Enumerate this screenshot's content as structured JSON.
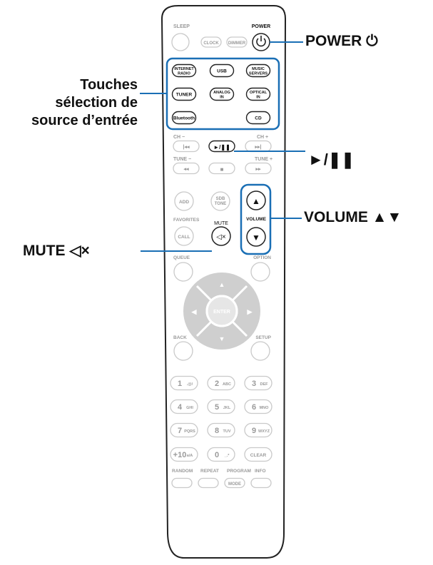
{
  "remote": {
    "labels": {
      "sleep": "SLEEP",
      "power": "POWER",
      "clock": "CLOCK",
      "dimmer": "DIMMER",
      "internet_radio": [
        "INTERNET",
        "RADIO"
      ],
      "usb": "USB",
      "music_servers": [
        "MUSIC",
        "SERVERS"
      ],
      "tuner": "TUNER",
      "analog_in": [
        "ANALOG",
        "IN"
      ],
      "optical_in": [
        "OPTICAL",
        "IN"
      ],
      "bluetooth": "Bluetooth",
      "cd": "CD",
      "ch_minus": "CH −",
      "ch_plus": "CH +",
      "tune_minus": "TUNE −",
      "tune_plus": "TUNE +",
      "add": "ADD",
      "sdb_tone": [
        "SDB",
        "TONE"
      ],
      "favorites": "FAVORITES",
      "mute": "MUTE",
      "volume": "VOLUME",
      "call": "CALL",
      "queue": "QUEUE",
      "option": "OPTION",
      "enter": "ENTER",
      "back": "BACK",
      "setup": "SETUP",
      "num1": [
        "1",
        ".@/"
      ],
      "num2": [
        "2",
        "ABC"
      ],
      "num3": [
        "3",
        "DEF"
      ],
      "num4": [
        "4",
        "GHI"
      ],
      "num5": [
        "5",
        "JKL"
      ],
      "num6": [
        "6",
        "MNO"
      ],
      "num7": [
        "7",
        "PQRS"
      ],
      "num8": [
        "8",
        "TUV"
      ],
      "num9": [
        "9",
        "WXYZ"
      ],
      "plus10": [
        "+10",
        "a/A"
      ],
      "num0": [
        "0",
        "_.*"
      ],
      "clear": "CLEAR",
      "random": "RANDOM",
      "repeat": "REPEAT",
      "program": "PROGRAM",
      "info": "INFO",
      "mode": "MODE"
    }
  },
  "callouts": {
    "power": "POWER ⏻",
    "source_lines": [
      "Touches",
      "sélection de",
      "source d’entrée"
    ],
    "play_pause": "►/❚❚",
    "volume": "VOLUME ▲▼",
    "mute": "MUTE ◁×"
  },
  "colors": {
    "highlight": "#1a6fb5",
    "button_outline": "#c9c9c9",
    "button_text": "#9a9a9a",
    "dark_button_text": "#111111",
    "remote_outline": "#222222",
    "dpad": "#cfcfcf",
    "dpad_enter": "#e6e6e6"
  }
}
